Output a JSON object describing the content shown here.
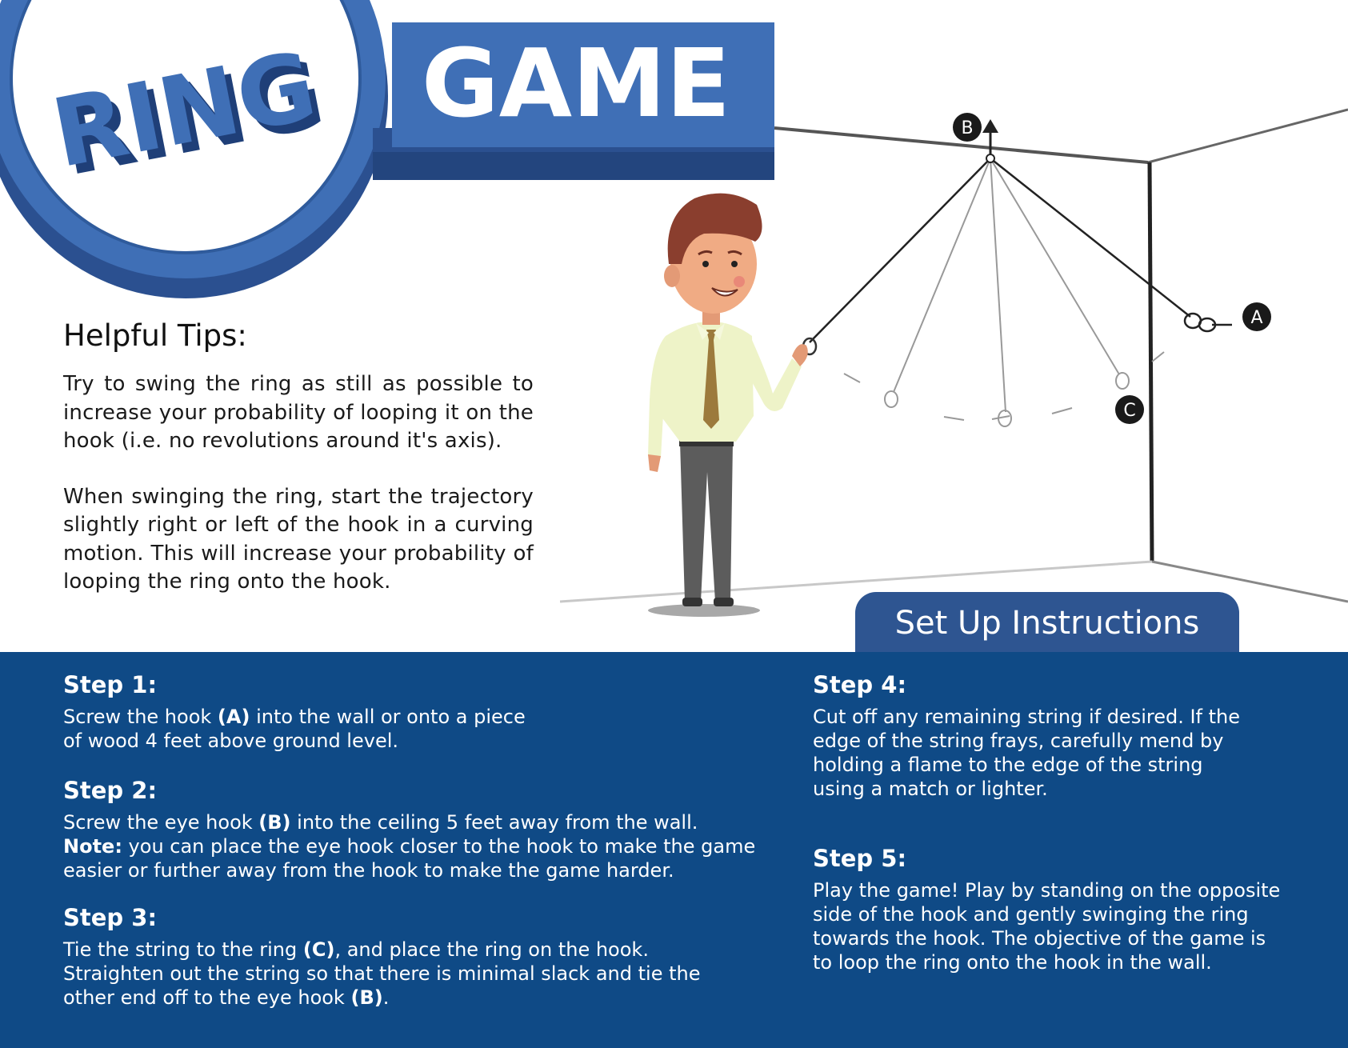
{
  "title": {
    "word1": "RING",
    "word2": "GAME"
  },
  "diagram": {
    "label_a": "A",
    "label_b": "B",
    "label_c": "C"
  },
  "tips": {
    "heading": "Helpful Tips:",
    "paragraphs": [
      "Try to swing the ring as still as possible to increase your probability of looping it on the hook (i.e. no revolutions around it's axis).",
      "When swinging the ring, start the trajectory slightly right or left of the hook in a curving motion. This will increase your probability of looping the ring onto the hook."
    ]
  },
  "setup": {
    "title": "Set Up Instructions"
  },
  "steps": [
    {
      "title": "Step 1:",
      "lines": [
        [
          {
            "t": "Screw the hook "
          },
          {
            "t": "(A)",
            "b": true
          },
          {
            "t": " into the wall or onto a piece"
          }
        ],
        [
          {
            "t": "of wood 4 feet above ground level."
          }
        ]
      ]
    },
    {
      "title": "Step 2:",
      "lines": [
        [
          {
            "t": "Screw the eye hook "
          },
          {
            "t": "(B)",
            "b": true
          },
          {
            "t": " into the ceiling 5 feet away from the wall."
          }
        ],
        [
          {
            "t": "Note:",
            "b": true
          },
          {
            "t": " you can place the eye hook closer to the hook to make the game"
          }
        ],
        [
          {
            "t": "easier or further away from the hook to make the game harder."
          }
        ]
      ]
    },
    {
      "title": "Step 3:",
      "lines": [
        [
          {
            "t": "Tie the string to the ring "
          },
          {
            "t": "(C)",
            "b": true
          },
          {
            "t": ", and place the ring on the hook."
          }
        ],
        [
          {
            "t": "Straighten out the string so that there is minimal slack and tie the"
          }
        ],
        [
          {
            "t": "other end off to  the eye hook "
          },
          {
            "t": "(B)",
            "b": true
          },
          {
            "t": "."
          }
        ]
      ]
    },
    {
      "title": "Step 4:",
      "lines": [
        [
          {
            "t": "Cut off any remaining string if desired. If the"
          }
        ],
        [
          {
            "t": "edge of the string frays, carefully mend by"
          }
        ],
        [
          {
            "t": "holding a flame to the edge of the string"
          }
        ],
        [
          {
            "t": "using a match or lighter."
          }
        ]
      ]
    },
    {
      "title": "Step 5:",
      "lines": [
        [
          {
            "t": "Play the game! Play by standing on the opposite"
          }
        ],
        [
          {
            "t": "side of the hook and gently swinging the ring"
          }
        ],
        [
          {
            "t": "towards the hook. The objective of the game is"
          }
        ],
        [
          {
            "t": "to loop the ring onto the hook in the wall."
          }
        ]
      ]
    }
  ],
  "colors": {
    "brand_blue": "#3f6fb6",
    "dark_blue": "#2b5090",
    "panel_blue": "#0f4a86"
  }
}
